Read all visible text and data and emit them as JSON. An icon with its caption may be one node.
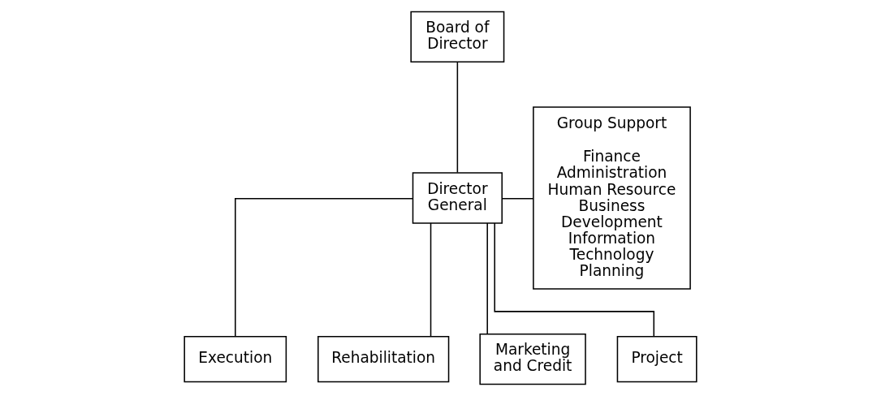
{
  "diagram": {
    "nodes": [
      {
        "text": [
          "Board of Director"
        ]
      },
      {
        "text": [
          "Director General"
        ]
      },
      {
        "text": [
          "Execution"
        ]
      },
      {
        "text": [
          "Rehabilitation"
        ]
      },
      {
        "text": [
          "Marketing and Credit"
        ]
      },
      {
        "text": [
          "Project"
        ]
      },
      {
        "text": [
          "Group Support",
          "Finance",
          "Administration",
          "Human Resource",
          "Business Development",
          "Information Technology",
          "Planning"
        ]
      }
    ],
    "edges": [
      {
        "from": 0,
        "to": 1,
        "arrow": "none"
      },
      {
        "from": 1,
        "to": 2,
        "arrow": "none"
      },
      {
        "from": 1,
        "to": 3,
        "arrow": "none"
      },
      {
        "from": 1,
        "to": 4,
        "arrow": "none"
      },
      {
        "from": 1,
        "to": 5,
        "arrow": "none"
      },
      {
        "from": 1,
        "to": 6,
        "arrow": "none"
      }
    ]
  }
}
